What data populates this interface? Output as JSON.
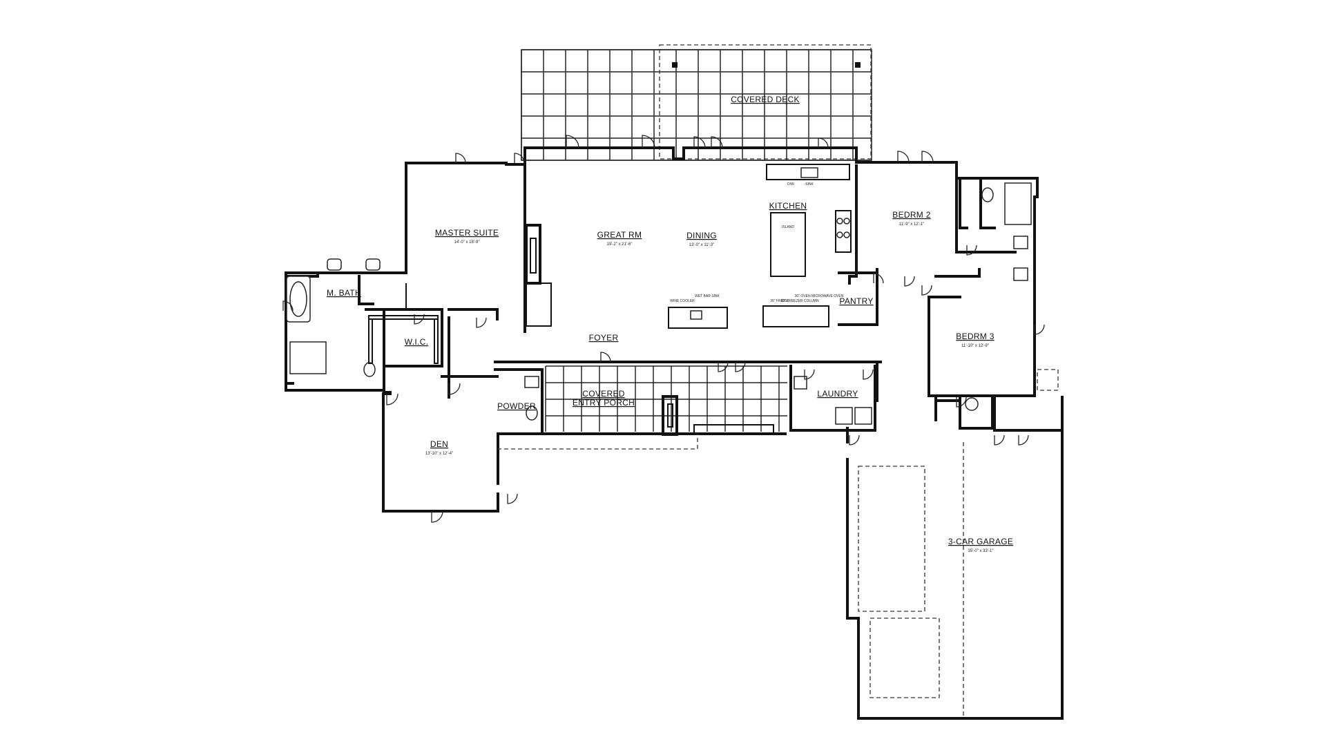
{
  "rooms": {
    "covered_deck": {
      "label": "COVERED DECK"
    },
    "master_suite": {
      "label": "MASTER SUITE",
      "size": "14'-0\" x 18'-9\""
    },
    "m_bath": {
      "label": "M. BATH"
    },
    "wic": {
      "label": "W.I.C."
    },
    "great_rm": {
      "label": "GREAT RM",
      "size": "19'-2\" x 21'-6\""
    },
    "dining": {
      "label": "DINING",
      "size": "13'-0\" x 11'-3\""
    },
    "kitchen": {
      "label": "KITCHEN"
    },
    "pantry": {
      "label": "PANTRY"
    },
    "bedrm_2": {
      "label": "BEDRM 2",
      "size": "11'-9\" x 12'-1\""
    },
    "bedrm_3": {
      "label": "BEDRM 3",
      "size": "11'-10\" x 12'-9\""
    },
    "foyer": {
      "label": "FOYER"
    },
    "covered_entry_porch": {
      "label_line1": "COVERED",
      "label_line2": "ENTRY PORCH"
    },
    "powder": {
      "label": "POWDER"
    },
    "laundry": {
      "label": "LAUNDRY"
    },
    "den": {
      "label": "DEN",
      "size": "13'-10\" x 12'-4\""
    },
    "garage": {
      "label": "3-CAR GARAGE",
      "size": "35'-0\" x 33'-1\""
    }
  },
  "fixtures": {
    "island": "ISLAND",
    "dw": "D/W",
    "sink": "SINK",
    "wine_cooler": "WINE COOLER",
    "wet_bar_sink": "WET BAR SINK",
    "refrigerator": "36\" FRIDGE",
    "freezer_col": "18\" FREEZER COLUMN",
    "microwave_oven": "30\" OVEN MICROWAVE OVEN"
  }
}
